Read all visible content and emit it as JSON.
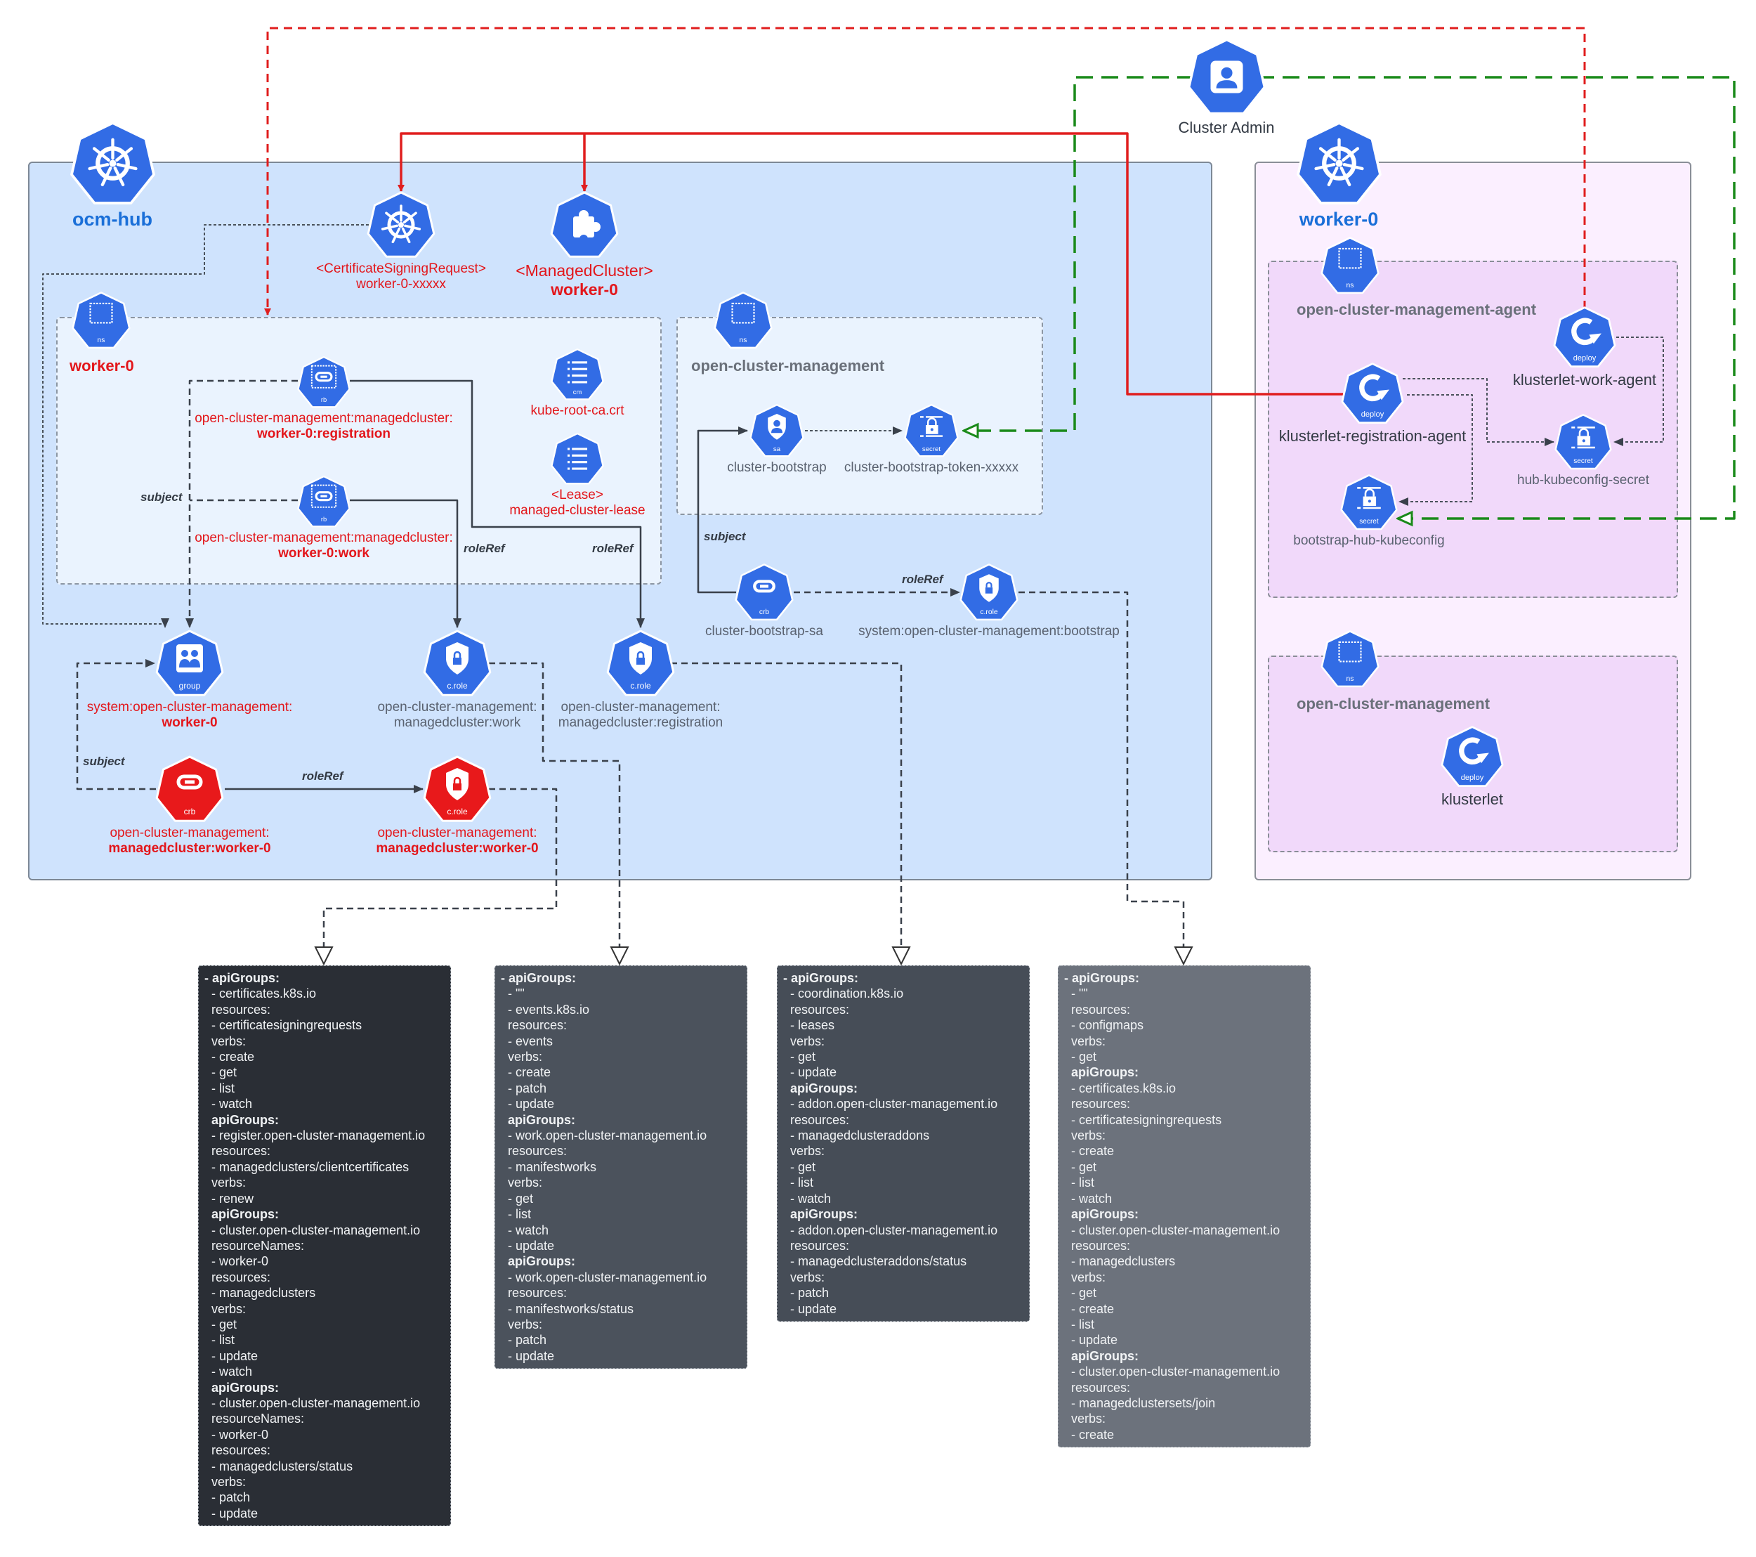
{
  "colors": {
    "k8s_blue": "#326ce5",
    "alert_red": "#e8191b",
    "hub_bg": "#cfe3fd",
    "worker_bg": "#fbefff",
    "ns_agent_bg": "#f1d9fa",
    "green_link": "#1a8a1a"
  },
  "namespace_labels": {
    "hub_worker0": "worker-0",
    "hub_ocm": "open-cluster-management",
    "agent": "open-cluster-management-agent",
    "worker_ocm": "open-cluster-management"
  },
  "edge_labels": {
    "subject_rb": "subject",
    "roleref_work": "roleRef",
    "roleref_reg": "roleRef",
    "subject_bootstrap": "subject",
    "roleref_bootstrap": "roleRef",
    "subject_crb": "subject",
    "roleref_crb": "roleRef"
  },
  "nodes": [
    {
      "key": "hub",
      "icon": "helm",
      "badge": "",
      "style": "title",
      "label": [
        {
          "t": "ocm-hub",
          "b": true
        }
      ]
    },
    {
      "key": "worker",
      "icon": "helm",
      "badge": "",
      "style": "title",
      "label": [
        {
          "t": "worker-0",
          "b": true
        }
      ]
    },
    {
      "key": "admin",
      "icon": "admin",
      "badge": "",
      "style": "dark",
      "label": [
        {
          "t": "Cluster Admin",
          "b": false
        }
      ]
    },
    {
      "key": "csr",
      "icon": "helm",
      "badge": "",
      "style": "red",
      "label": [
        {
          "t": "<CertificateSigningRequest>",
          "b": false
        },
        {
          "t": "worker-0-xxxxx",
          "b": false
        }
      ]
    },
    {
      "key": "mc",
      "icon": "puzzle",
      "badge": "",
      "style": "red-big",
      "label": [
        {
          "t": "<ManagedCluster>",
          "b": false
        },
        {
          "t": "worker-0",
          "b": true
        }
      ]
    },
    {
      "key": "nsw0",
      "icon": "ns",
      "badge": "ns",
      "style": "",
      "label": []
    },
    {
      "key": "rbreg",
      "icon": "rb",
      "badge": "rb",
      "style": "red",
      "label": [
        {
          "t": "open-cluster-management:managedcluster:",
          "b": false
        },
        {
          "t": "worker-0:registration",
          "b": true
        }
      ]
    },
    {
      "key": "rbwork",
      "icon": "rb",
      "badge": "rb",
      "style": "red",
      "label": [
        {
          "t": "open-cluster-management:managedcluster:",
          "b": false
        },
        {
          "t": "worker-0:work",
          "b": true
        }
      ]
    },
    {
      "key": "cm",
      "icon": "cm",
      "badge": "cm",
      "style": "red",
      "label": [
        {
          "t": "kube-root-ca.crt",
          "b": false
        }
      ]
    },
    {
      "key": "lease",
      "icon": "cm",
      "badge": "",
      "style": "red",
      "label": [
        {
          "t": "<Lease>",
          "b": false
        },
        {
          "t": "managed-cluster-lease",
          "b": false
        }
      ]
    },
    {
      "key": "nsocm",
      "icon": "ns",
      "badge": "ns",
      "style": "",
      "label": []
    },
    {
      "key": "sa",
      "icon": "sa",
      "badge": "sa",
      "style": "",
      "label": [
        {
          "t": "cluster-bootstrap",
          "b": false
        }
      ]
    },
    {
      "key": "secretbt",
      "icon": "secret",
      "badge": "secret",
      "style": "",
      "label": [
        {
          "t": "cluster-bootstrap-token-xxxxx",
          "b": false
        }
      ]
    },
    {
      "key": "crbbt",
      "icon": "crb",
      "badge": "crb",
      "style": "",
      "label": [
        {
          "t": "cluster-bootstrap-sa",
          "b": false
        }
      ]
    },
    {
      "key": "crolebt",
      "icon": "crole",
      "badge": "c.role",
      "style": "",
      "label": [
        {
          "t": "system:open-cluster-management:bootstrap",
          "b": false
        }
      ]
    },
    {
      "key": "group",
      "icon": "group",
      "badge": "group",
      "style": "red",
      "label": [
        {
          "t": "system:open-cluster-management:",
          "b": false
        },
        {
          "t": "worker-0",
          "b": true
        }
      ]
    },
    {
      "key": "crolework",
      "icon": "crole",
      "badge": "c.role",
      "style": "",
      "label": [
        {
          "t": "open-cluster-management:",
          "b": false
        },
        {
          "t": "managedcluster:work",
          "b": false
        }
      ]
    },
    {
      "key": "crolereg",
      "icon": "crole",
      "badge": "c.role",
      "style": "",
      "label": [
        {
          "t": "open-cluster-management:",
          "b": false
        },
        {
          "t": "managedcluster:registration",
          "b": false
        }
      ]
    },
    {
      "key": "crbred",
      "icon": "crb",
      "badge": "crb",
      "style": "red",
      "alert": true,
      "label": [
        {
          "t": "open-cluster-management:",
          "b": false
        },
        {
          "t": "managedcluster:worker-0",
          "b": true
        }
      ]
    },
    {
      "key": "crolered",
      "icon": "crole",
      "badge": "c.role",
      "style": "red",
      "alert": true,
      "label": [
        {
          "t": "open-cluster-management:",
          "b": false
        },
        {
          "t": "managedcluster:worker-0",
          "b": true
        }
      ]
    },
    {
      "key": "nsagent",
      "icon": "ns",
      "badge": "ns",
      "style": "",
      "label": []
    },
    {
      "key": "workagent",
      "icon": "deploy",
      "badge": "deploy",
      "style": "dark",
      "label": [
        {
          "t": "klusterlet-work-agent",
          "b": false
        }
      ]
    },
    {
      "key": "regagent",
      "icon": "deploy",
      "badge": "deploy",
      "style": "dark",
      "label": [
        {
          "t": "klusterlet-registration-agent",
          "b": false
        }
      ]
    },
    {
      "key": "hubsecret",
      "icon": "secret",
      "badge": "secret",
      "style": "",
      "label": [
        {
          "t": "hub-kubeconfig-secret",
          "b": false
        }
      ]
    },
    {
      "key": "bssecret",
      "icon": "secret",
      "badge": "secret",
      "style": "",
      "label": [
        {
          "t": "bootstrap-hub-kubeconfig",
          "b": false
        }
      ]
    },
    {
      "key": "nsocm2",
      "icon": "ns",
      "badge": "ns",
      "style": "",
      "label": []
    },
    {
      "key": "klusterlet",
      "icon": "deploy",
      "badge": "deploy",
      "style": "dark",
      "label": [
        {
          "t": "klusterlet",
          "b": false
        }
      ]
    }
  ],
  "rules": [
    {
      "lines": [
        "- apiGroups:",
        "- certificates.k8s.io",
        "resources:",
        "- certificatesigningrequests",
        "verbs:",
        "- create",
        "- get",
        "- list",
        "- watch",
        "apiGroups:",
        "- register.open-cluster-management.io",
        "resources:",
        "- managedclusters/clientcertificates",
        "verbs:",
        "- renew",
        "apiGroups:",
        "- cluster.open-cluster-management.io",
        "resourceNames:",
        "- worker-0",
        "resources:",
        "- managedclusters",
        "verbs:",
        "- get",
        "- list",
        "- update",
        "- watch",
        "apiGroups:",
        "- cluster.open-cluster-management.io",
        "resourceNames:",
        "- worker-0",
        "resources:",
        "- managedclusters/status",
        "verbs:",
        "- patch",
        "- update"
      ]
    },
    {
      "lines": [
        "- apiGroups:",
        "- \"\"",
        "- events.k8s.io",
        "resources:",
        "- events",
        "verbs:",
        "- create",
        "- patch",
        "- update",
        "apiGroups:",
        "- work.open-cluster-management.io",
        "resources:",
        "- manifestworks",
        "verbs:",
        "- get",
        "- list",
        "- watch",
        "- update",
        "apiGroups:",
        "- work.open-cluster-management.io",
        "resources:",
        "- manifestworks/status",
        "verbs:",
        "- patch",
        "- update"
      ]
    },
    {
      "lines": [
        "- apiGroups:",
        "- coordination.k8s.io",
        "resources:",
        "- leases",
        "verbs:",
        "- get",
        "- update",
        "apiGroups:",
        "- addon.open-cluster-management.io",
        "resources:",
        "- managedclusteraddons",
        "verbs:",
        "- get",
        "- list",
        "- watch",
        "apiGroups:",
        "- addon.open-cluster-management.io",
        "resources:",
        "- managedclusteraddons/status",
        "verbs:",
        "- patch",
        "- update"
      ]
    },
    {
      "lines": [
        "- apiGroups:",
        "- \"\"",
        "resources:",
        "- configmaps",
        "verbs:",
        "- get",
        "apiGroups:",
        "- certificates.k8s.io",
        "resources:",
        "- certificatesigningrequests",
        "verbs:",
        "- create",
        "- get",
        "- list",
        "- watch",
        "apiGroups:",
        "- cluster.open-cluster-management.io",
        "resources:",
        "- managedclusters",
        "verbs:",
        "- get",
        "- create",
        "- list",
        "- update",
        "apiGroups:",
        "- cluster.open-cluster-management.io",
        "resources:",
        "- managedclustersets/join",
        "verbs:",
        "- create"
      ]
    }
  ]
}
